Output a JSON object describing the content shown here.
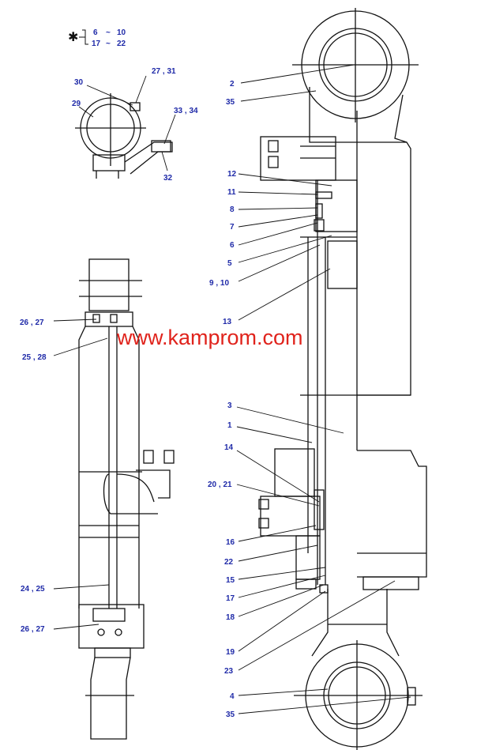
{
  "diagram": {
    "legend": {
      "symbol": "✱",
      "line1_a": "6",
      "line1_tilde": "~",
      "line1_b": "10",
      "line2_a": "17",
      "line2_tilde": "~",
      "line2_b": "22"
    },
    "watermark": "www.kamprom.com",
    "labels": {
      "l2": "2",
      "l35a": "35",
      "l12": "12",
      "l11": "11",
      "l8": "8",
      "l7": "7",
      "l6": "6",
      "l5": "5",
      "l9_10": "9 , 10",
      "l13": "13",
      "l3": "3",
      "l1": "1",
      "l14": "14",
      "l20_21": "20 , 21",
      "l16": "16",
      "l22": "22",
      "l15": "15",
      "l17": "17",
      "l18": "18",
      "l19": "19",
      "l23": "23",
      "l4": "4",
      "l35b": "35",
      "l30": "30",
      "l27_31": "27 , 31",
      "l29": "29",
      "l33_34": "33  ,  34",
      "l32": "32",
      "l26_27a": "26 , 27",
      "l25_28": "25 , 28",
      "l24_25": "24 , 25",
      "l26_27b": "26 , 27"
    }
  }
}
